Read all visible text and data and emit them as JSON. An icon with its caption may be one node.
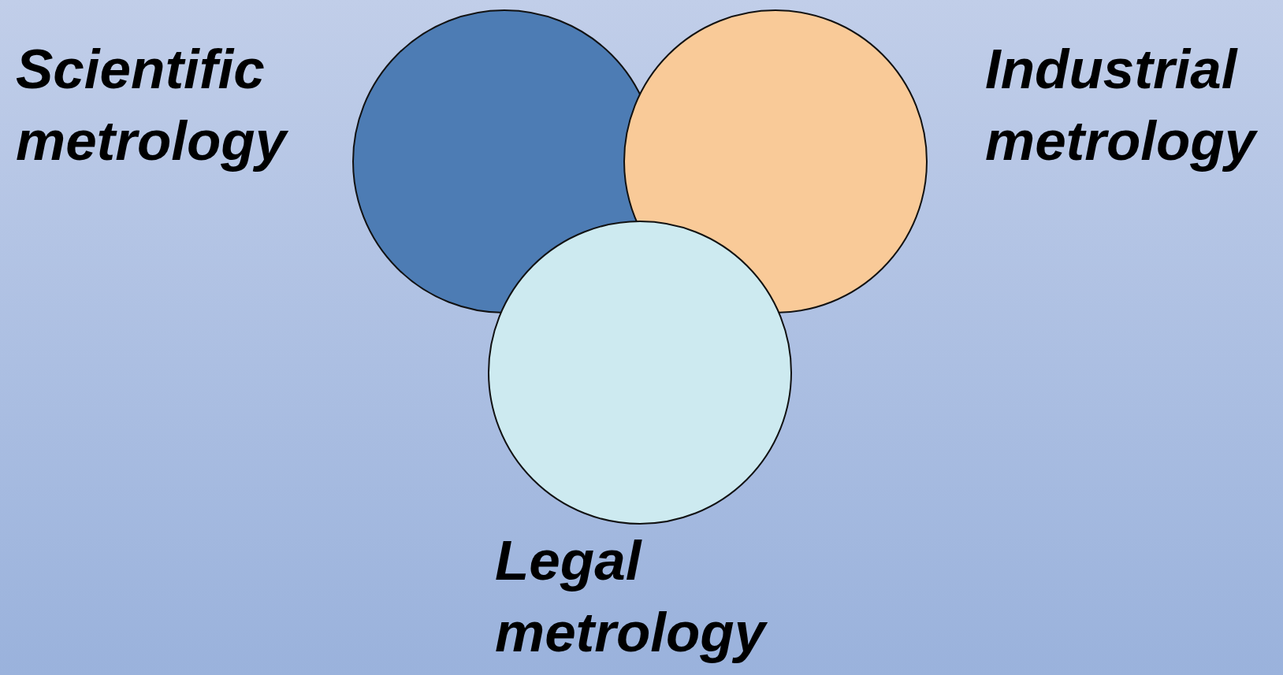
{
  "diagram": {
    "labels": [
      "Scientific metrology",
      "Industrial metrology",
      "Legal metrology"
    ]
  }
}
